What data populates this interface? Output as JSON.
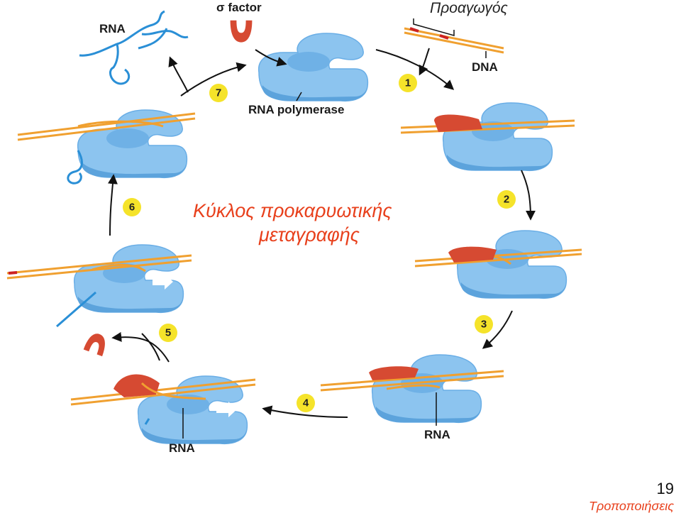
{
  "diagram": {
    "title_line1": "Κύκλος προκαρυωτικής",
    "title_line2": "μεταγραφής",
    "labels": {
      "sigma": "σ factor",
      "rna_top": "RNA",
      "promoter": "Προαγωγός",
      "dna": "DNA",
      "polymerase": "RNA polymerase",
      "rna_step3": "RNA",
      "rna_step4": "RNA"
    },
    "steps": [
      "1",
      "2",
      "3",
      "4",
      "5",
      "6",
      "7"
    ],
    "colors": {
      "polymerase": "#8cc4ef",
      "polymerase_dark": "#5ca3dc",
      "dna": "#f0a030",
      "dna_mark": "#cc2222",
      "sigma": "#d64a32",
      "rna": "#2a8fd6",
      "badge": "#f5e32a",
      "title": "#e8401c"
    }
  },
  "footer": {
    "page_number": "19",
    "modifications": "Τροποποιήσεις"
  }
}
